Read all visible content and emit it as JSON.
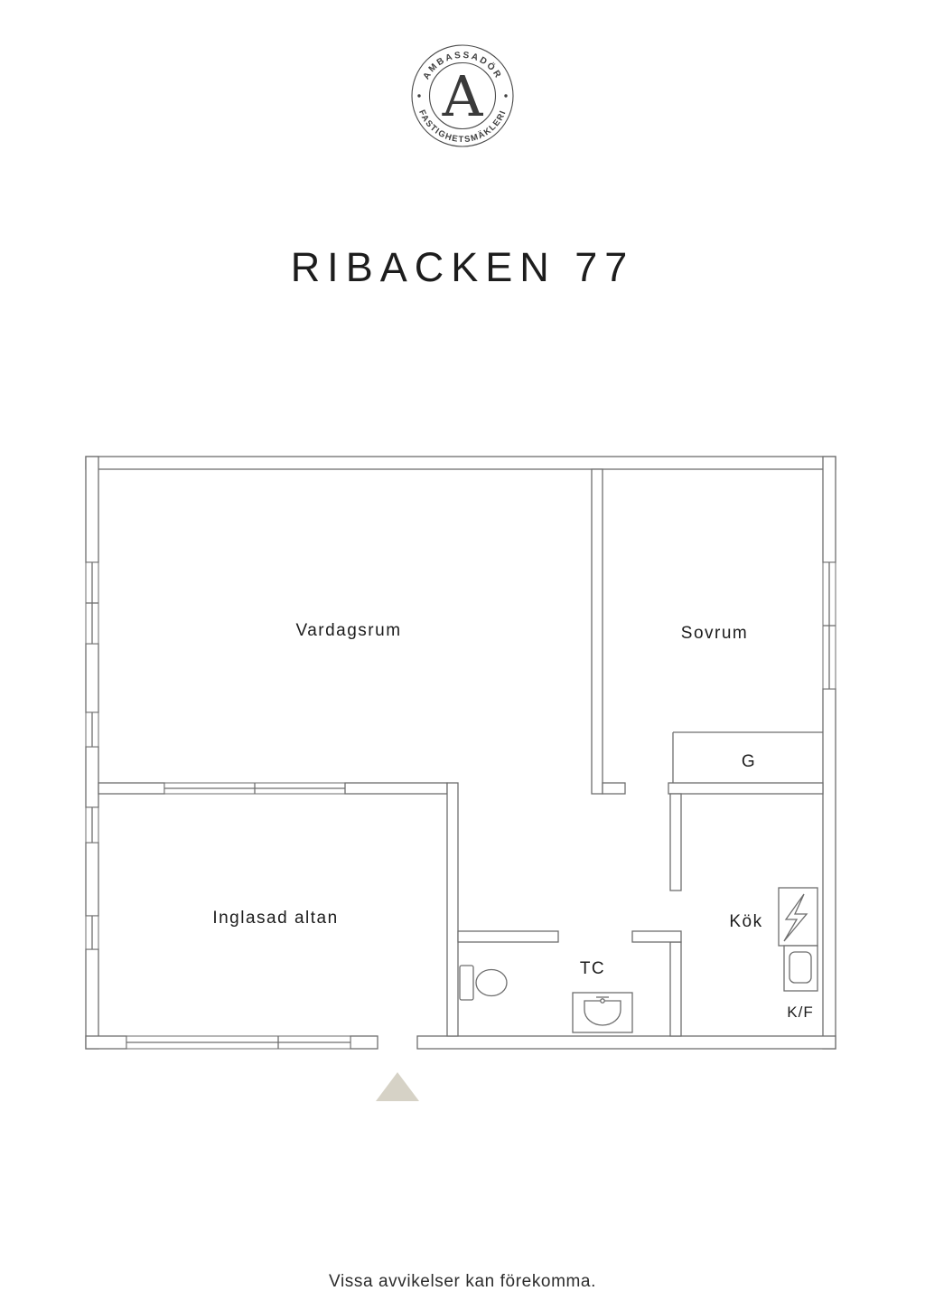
{
  "logo": {
    "arc_top": "AMBASSADÖR",
    "arc_bottom": "FASTIGHETSMÄKLERI",
    "monogram": "A"
  },
  "title": "RIBACKEN 77",
  "plan": {
    "rooms": {
      "living_room": "Vardagsrum",
      "bedroom": "Sovrum",
      "wardrobe": "G",
      "glazed_patio": "Inglasad altan",
      "toilet": "TC",
      "kitchen": "Kök",
      "fridge_freezer": "K/F"
    }
  },
  "footer": {
    "disclaimer": "Vissa avvikelser kan förekomma."
  },
  "colors": {
    "wall_line": "#6e6e6e",
    "label_text": "#1c1c1c",
    "title_text": "#1d1d1d",
    "entrance_arrow": "#d6d2c6"
  }
}
